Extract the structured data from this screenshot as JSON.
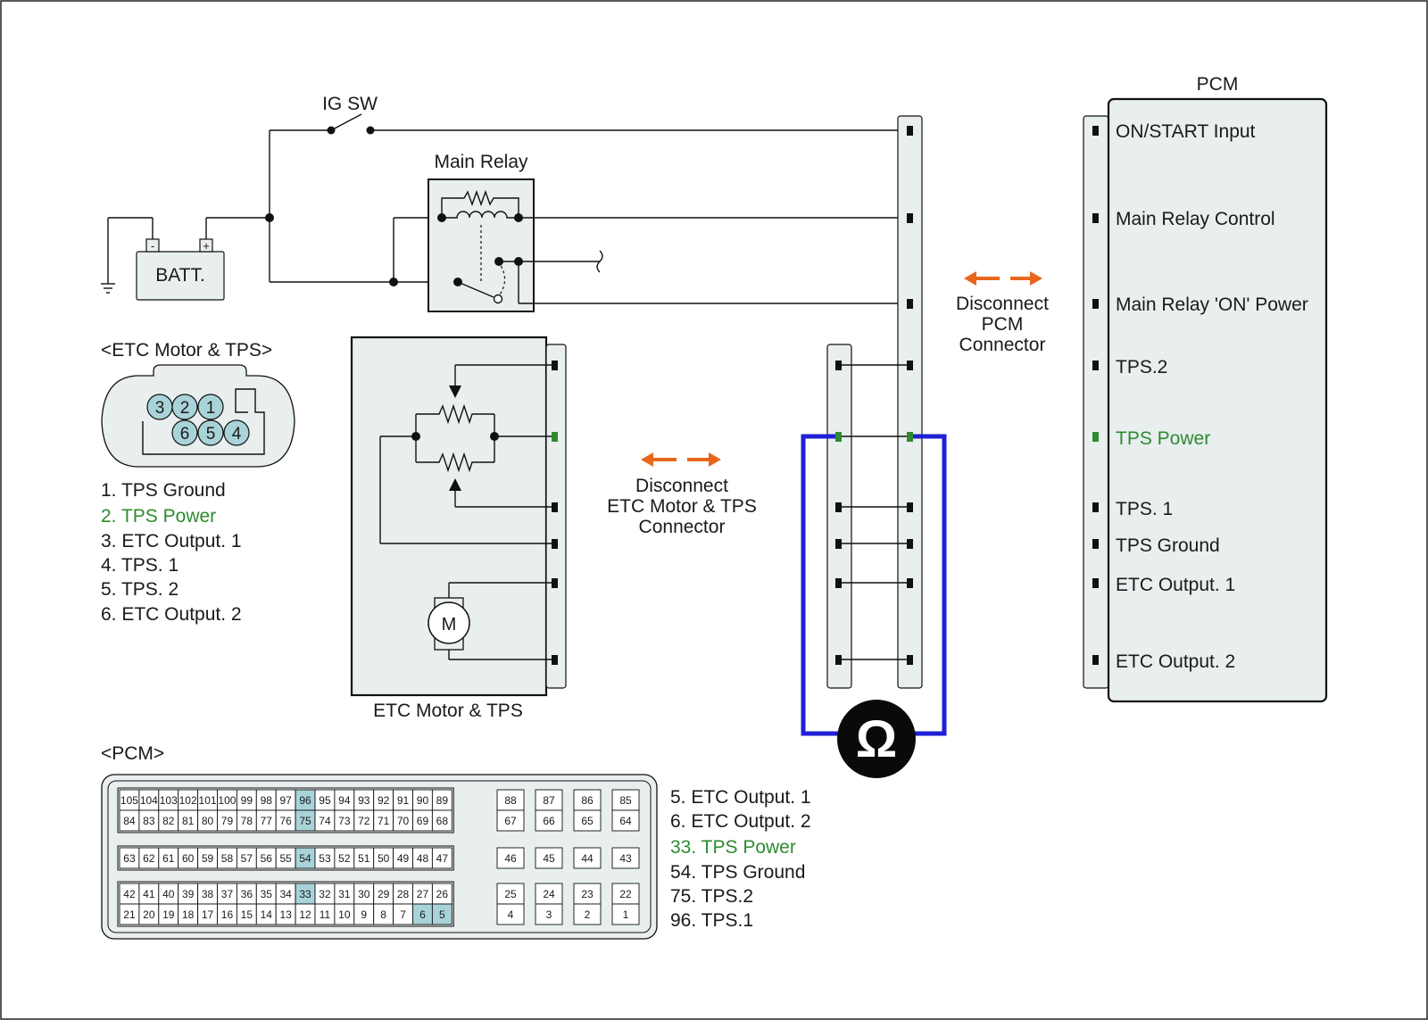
{
  "colors": {
    "tps_power": "#2e8b2e",
    "meter_wire": "#1f1fd6",
    "disconnect_arrow": "#e8661c",
    "highlight_cell": "#a8d3d8",
    "panel_fill": "#e9eeef"
  },
  "labels": {
    "ig_sw": "IG SW",
    "main_relay": "Main Relay",
    "battery": "BATT.",
    "battery_neg": "-",
    "battery_pos": "+",
    "pcm_title": "PCM",
    "etc_connector_title": "<ETC Motor & TPS>",
    "etc_block_title": "ETC Motor & TPS",
    "motor": "M",
    "ohm_symbol": "Ω",
    "pcm_connector_title": "<PCM>"
  },
  "disconnect_etc": [
    "Disconnect",
    "ETC Motor & TPS",
    "Connector"
  ],
  "disconnect_pcm": [
    "Disconnect",
    "PCM",
    "Connector"
  ],
  "etc_pins": [
    "3",
    "2",
    "1",
    "6",
    "5",
    "4"
  ],
  "etc_pin_list": [
    "1. TPS Ground",
    "2. TPS Power",
    "3. ETC Output. 1",
    "4. TPS. 1",
    "5. TPS. 2",
    "6. ETC Output. 2"
  ],
  "pcm_terminals": [
    "ON/START Input",
    "Main Relay Control",
    "Main Relay 'ON' Power",
    "TPS.2",
    "TPS Power",
    "TPS. 1",
    "TPS Ground",
    "ETC Output. 1",
    "ETC Output. 2"
  ],
  "pcm_pin_list": [
    "5. ETC Output. 1",
    "6. ETC Output. 2",
    "33. TPS Power",
    "54. TPS Ground",
    "75. TPS.2",
    "96. TPS.1"
  ],
  "pcm_connector": {
    "groups": [
      {
        "rows": [
          [
            "105",
            "104",
            "103",
            "102",
            "101",
            "100",
            "99",
            "98",
            "97",
            "96",
            "95",
            "94",
            "93",
            "92",
            "91",
            "90",
            "89"
          ],
          [
            "84",
            "83",
            "82",
            "81",
            "80",
            "79",
            "78",
            "77",
            "76",
            "75",
            "74",
            "73",
            "72",
            "71",
            "70",
            "69",
            "68"
          ]
        ],
        "side": [
          [
            "88",
            "87",
            "86",
            "85"
          ],
          [
            "67",
            "66",
            "65",
            "64"
          ]
        ]
      },
      {
        "rows": [
          [
            "63",
            "62",
            "61",
            "60",
            "59",
            "58",
            "57",
            "56",
            "55",
            "54",
            "53",
            "52",
            "51",
            "50",
            "49",
            "48",
            "47"
          ]
        ],
        "side": [
          [
            "46",
            "45",
            "44",
            "43"
          ]
        ]
      },
      {
        "rows": [
          [
            "42",
            "41",
            "40",
            "39",
            "38",
            "37",
            "36",
            "35",
            "34",
            "33",
            "32",
            "31",
            "30",
            "29",
            "28",
            "27",
            "26"
          ],
          [
            "21",
            "20",
            "19",
            "18",
            "17",
            "16",
            "15",
            "14",
            "13",
            "12",
            "11",
            "10",
            "9",
            "8",
            "7",
            "6",
            "5"
          ]
        ],
        "side": [
          [
            "25",
            "24",
            "23",
            "22"
          ],
          [
            "4",
            "3",
            "2",
            "1"
          ]
        ]
      }
    ],
    "highlighted": [
      "96",
      "75",
      "54",
      "33",
      "6",
      "5"
    ]
  }
}
